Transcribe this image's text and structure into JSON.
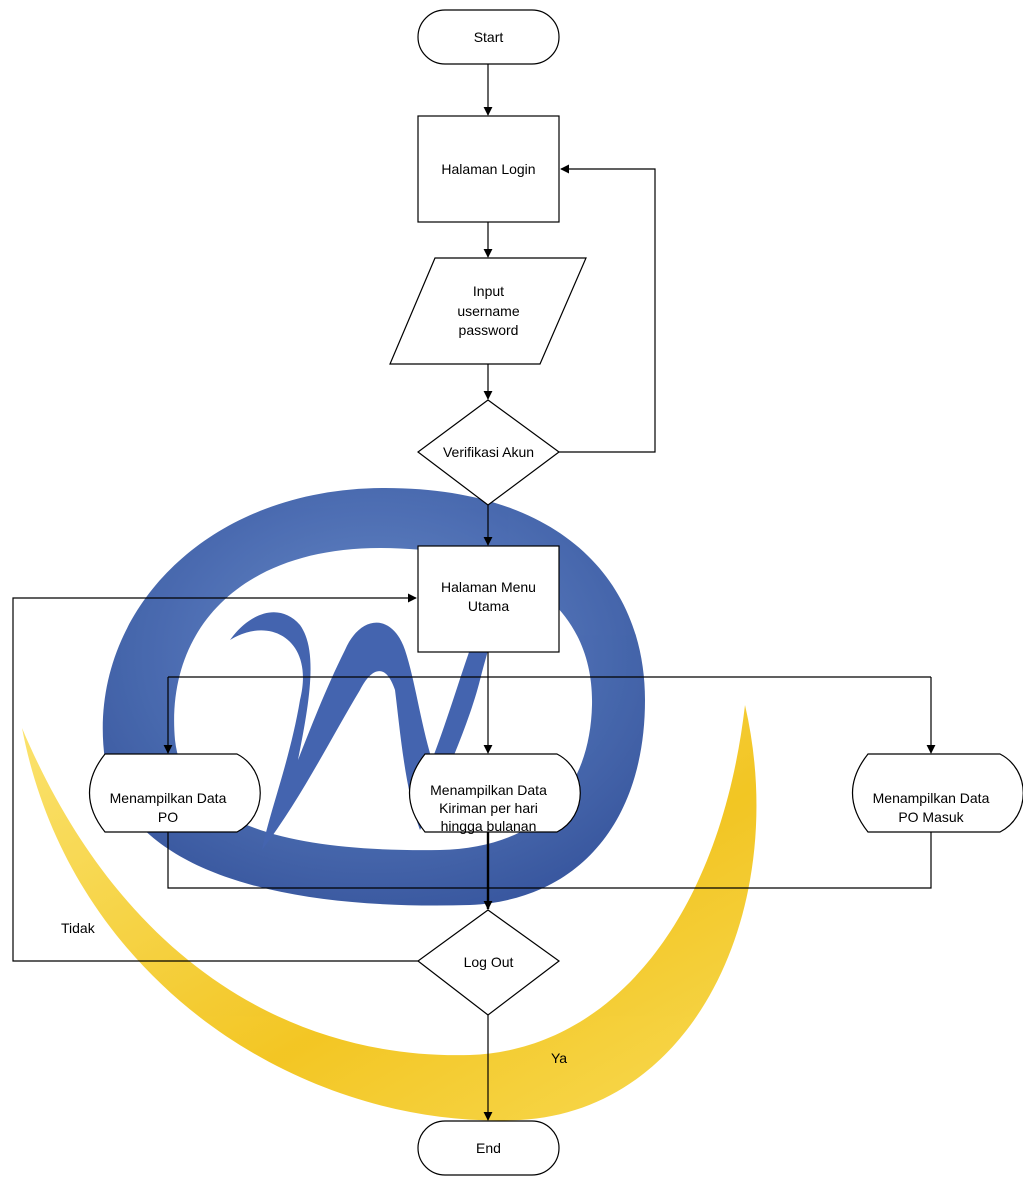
{
  "nodes": {
    "start": "Start",
    "login_page": "Halaman Login",
    "input": [
      "Input",
      "username",
      "password"
    ],
    "verify": "Verifikasi Akun",
    "main_menu": [
      "Halaman Menu",
      "Utama"
    ],
    "show_po": [
      "Menampilkan Data",
      "PO"
    ],
    "show_shipments": [
      "Menampilkan Data",
      "Kiriman per hari",
      "hingga bulanan"
    ],
    "show_po_in": [
      "Menampilkan Data",
      "PO Masuk"
    ],
    "logout": "Log Out",
    "end": "End"
  },
  "edge_labels": {
    "no": "Tidak",
    "yes": "Ya"
  },
  "watermark": {
    "description": "W-at logo watermark",
    "blue": "#2f4f9e",
    "gold": "#f2c318"
  }
}
